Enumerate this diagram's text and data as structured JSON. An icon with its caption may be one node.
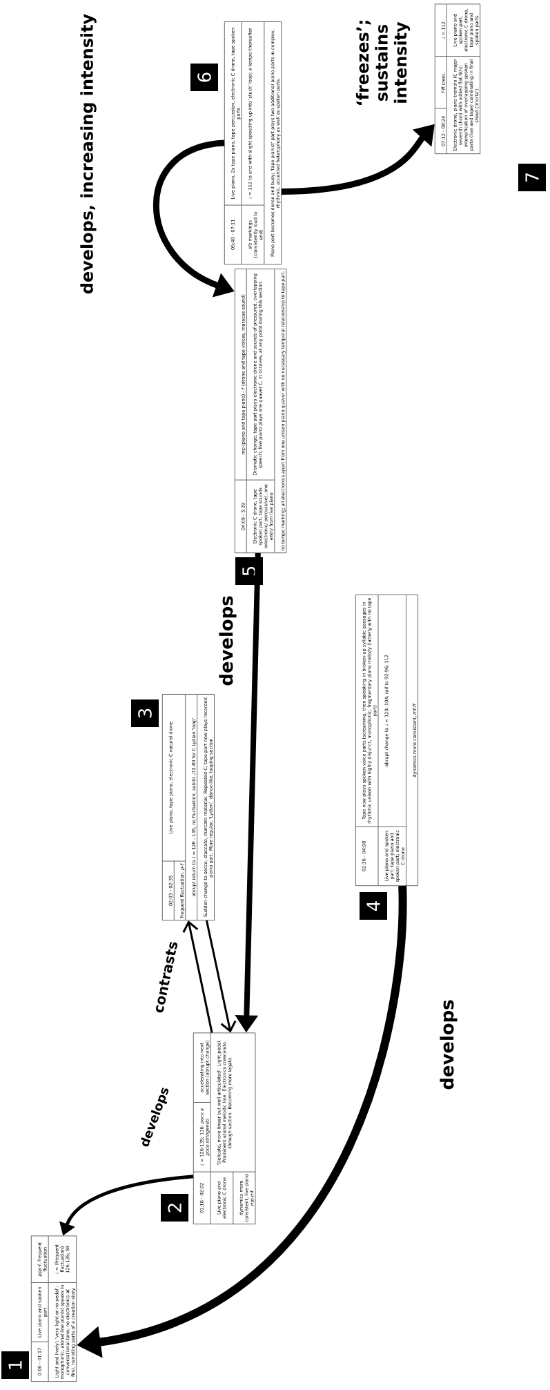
{
  "diagram": {
    "nodes": [
      {
        "text": [
          "0:00 - 01:17",
          "Live piano and spoken part",
          "*ppp-f*, frequent fluctuation",
          "Light and lively'; 'very light or no pedal'; monophonic, atonal line pianist speaks in conversational tone; no electronics at first, narrating parts of a creation story.",
          "♩ = (frequent fluctuation) 126-135; 84"
        ],
        "beside": [
          "1"
        ]
      },
      {
        "text": [
          "01:18 - 02:02",
          "♩ = 126-135; 116; *poco a poco stringendo*",
          "accelerating into next section (abrupt change)",
          "Live piano and electronic C drone",
          "'Delicate, more linear but well articulated'. Light pedal. Prominent atonal melodic line. Electronics crescendo through section. Becoming more legato.",
          "dynamics more consistent, live piano *mp-mf*"
        ],
        "beside": [
          "2"
        ]
      },
      {
        "text": [
          "02:03 - 02:35",
          "Live piano, tape piano, electronic C natural drone",
          "frequent fluctuation, *p-f*",
          "abrupt return to ♩ = 126 - 135, no fluctuation; *subito* ♩72-80 for C Lydian 'loop'",
          "Sudden change to *secco*, *staccato*, *marcato* material. Repeated C; tape part now plays recorded piano part. More regular, 'Lydian', dance-like, looping section."
        ],
        "beside": [
          "3"
        ]
      },
      {
        "text": [
          "02:36 - 04:08",
          "Tape now plays spoken voice parts (screaming, then speaking in broken-up syllabic passages in rhythmic unison with highly disjunct, monophonic, fragmentary piano melody (latterly with no tape part)",
          "Live piano and spoken part; tape piano and spoken part; electronic C drone",
          "abrupt change to ♩ = 120; 104; *rall* to 92-96; 112",
          "dynamics more consistent, *mf-ff*"
        ],
        "beside": [
          "4"
        ]
      },
      {
        "text": [
          "04:09 - 5:39",
          "*mp* (piano and tape piano) - *f* (drone and tape voices, maracas sound)",
          "Electronic C drone, tape spoken part, tape sounds (electronic/ percussive), one entry from live piano",
          "Dramatic change; tape part plays electronic drone and sounds of pressured, overlapping speech; live piano plays one quaver C, in octaves, at any point during this section.",
          "no tempo marking; all electronics apart from one unison piano quaver with no necessary temporal relationship to tape part."
        ],
        "beside": [
          "5"
        ]
      },
      {
        "text": [
          "05:40 - 07:11",
          "Live piano, 2x tape piano, tape percussion, electronic C drone, tape spoken parts",
          "*sfz* markings (consistently loud to end)",
          "♩ = 112 to end with slight speeding up into 'stuck' loop; *a tempo* thereafter",
          "Piano part becomes dense and busy; 'tape pianist' part plays two additional piano parts in complex, rhythmic, accented heterophony as well as spoken parts."
        ],
        "beside": [
          "6"
        ]
      },
      {
        "text": [
          "07:12 - 08:24",
          "f-ff cresc.",
          "♩ = 112",
          "Electronic drone, piano tremolo (C major seventh chord with added flat 6th); intensification of overlapping spoken parts (live and tape) culminating in final shout ('morte').",
          "Live piano and spoken part, electronic C drone, tape piano and spoken parts"
        ],
        "beside": [
          "7"
        ]
      }
    ],
    "edges": [
      {
        "from": 1,
        "to": 0,
        "arrow": "to",
        "label": "develops"
      },
      {
        "from": 1,
        "to": 2,
        "arrow": "to",
        "label": "contrasts"
      },
      {
        "from": 2,
        "to": 1,
        "arrow": "to"
      },
      {
        "from": 4,
        "to": 1,
        "arrow": "to",
        "label": "develops"
      },
      {
        "from": 3,
        "to": 0,
        "arrow": "to",
        "label": "develops"
      },
      {
        "from": 5,
        "to": 4,
        "arrow": "to",
        "label": "develops, increasing intensity"
      },
      {
        "from": 5,
        "to": 6,
        "arrow": "to",
        "label": "‘freezes’; sustains intensity"
      }
    ]
  }
}
